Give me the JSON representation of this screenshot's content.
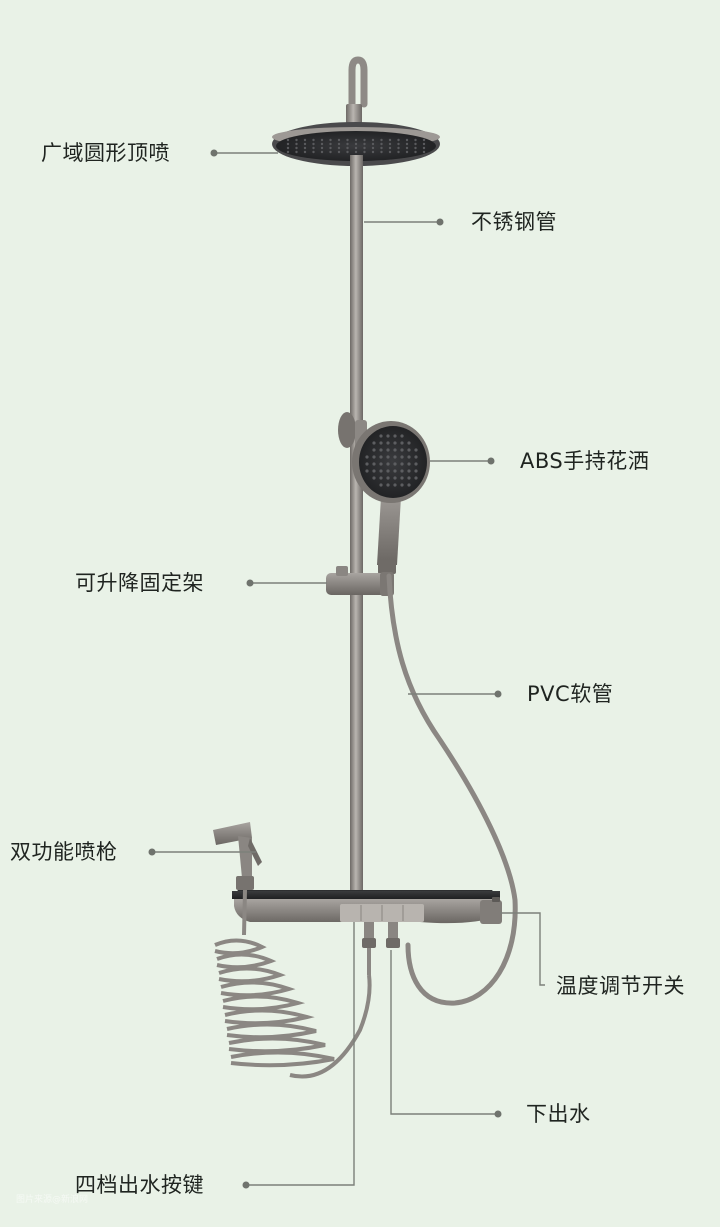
{
  "labels": {
    "overhead_shower": "广域圆形顶喷",
    "steel_pipe": "不锈钢管",
    "hand_shower": "ABS手持花洒",
    "lift_bracket": "可升降固定架",
    "pvc_hose": "PVC软管",
    "dual_sprayer": "双功能喷枪",
    "temp_switch": "温度调节开关",
    "lower_outlet": "下出水",
    "four_buttons": "四档出水按键"
  },
  "watermark": "图片来源@新浪网",
  "colors": {
    "background": "#e9f2e7",
    "metal": "#8e8a86",
    "metal_dark": "#5e5b58",
    "shower_face": "#2c2d2f",
    "leader_line": "#7c807a",
    "text": "#1f2420"
  }
}
